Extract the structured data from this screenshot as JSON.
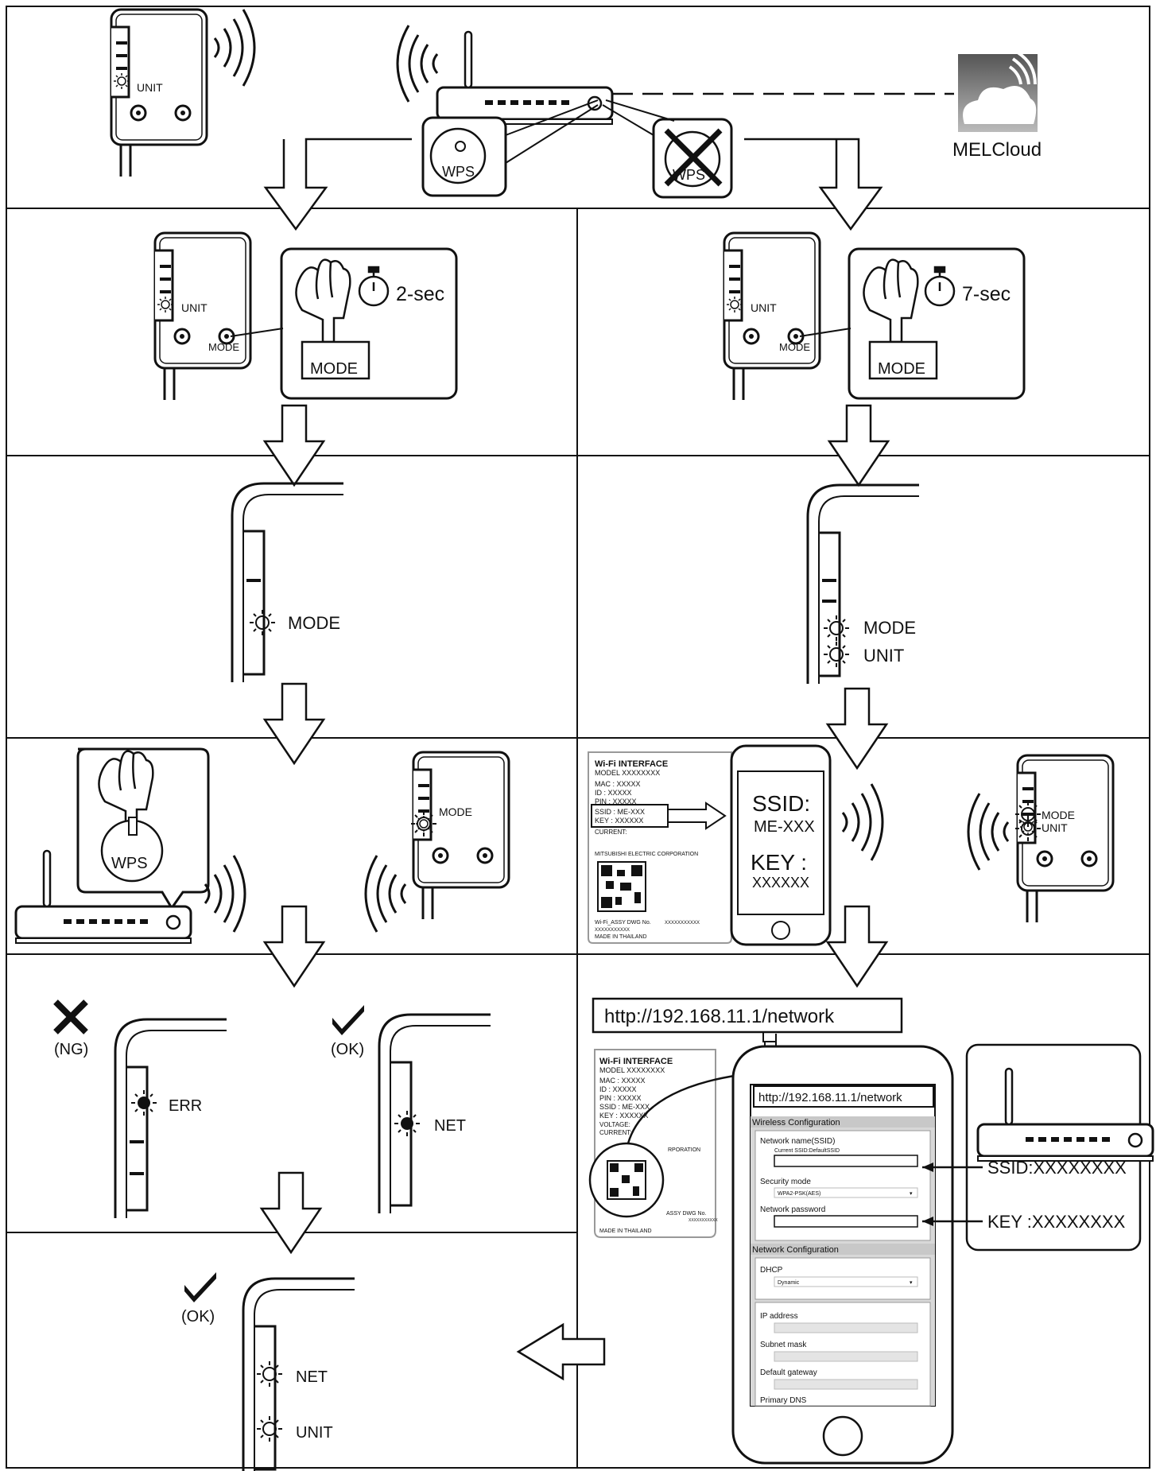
{
  "top": {
    "unit_label": "UNIT",
    "wps_label": "WPS",
    "wps_crossed_label": "WPS",
    "cloud_label": "MELCloud"
  },
  "left_flow": {
    "unit_label": "UNIT",
    "mode_label": "MODE",
    "mode_button": "MODE",
    "timer_text": "2-sec",
    "led_mode_label": "MODE",
    "wps_label": "WPS",
    "adapter_mode_label": "MODE",
    "ng_label": "(NG)",
    "ok_label": "(OK)",
    "err_label": "ERR",
    "net_label": "NET",
    "final_ok_label": "(OK)",
    "final_net_label": "NET",
    "final_unit_label": "UNIT"
  },
  "right_flow": {
    "unit_label": "UNIT",
    "mode_label": "MODE",
    "mode_button": "MODE",
    "timer_text": "7-sec",
    "led_mode_label": "MODE",
    "led_unit_label": "UNIT",
    "sticker": {
      "title": "Wi-Fi INTERFACE",
      "model": "MODEL  XXXXXXXX",
      "mac": "MAC   : XXXXX",
      "id": "ID    : XXXXX",
      "pin": "PIN   : XXXXX",
      "ssid": "SSID : ME-XXX",
      "key": "KEY  : XXXXXX",
      "current": "CURRENT:",
      "maker": "MITSUBISHI ELECTRIC CORPORATION",
      "dwg": "Wi-Fi_ASSY DWG No.",
      "dwg_code": "XXXXXXXXXXX",
      "serial": "XXXXXXXXXXX",
      "made": "MADE IN THAILAND"
    },
    "phone_ssid_label": "SSID:",
    "phone_ssid_value": "ME-XXX",
    "phone_key_label": "KEY :",
    "phone_key_value": "XXXXXX",
    "adapter_mode_label": "MODE",
    "adapter_unit_label": "UNIT",
    "url": "http://192.168.11.1/network",
    "sticker2": {
      "title": "Wi-Fi INTERFACE",
      "model": "MODEL  XXXXXXXX",
      "mac": "MAC   : XXXXX",
      "id": "ID    : XXXXX",
      "pin": "PIN   : XXXXX",
      "ssid": "SSID : ME-XXX",
      "key": "KEY  : XXXXXX",
      "voltage": "VOLTAGE:",
      "current": "CURRENT:",
      "maker": "RPORATION",
      "dwg": "ASSY DWG No.",
      "dwg_code": "XXXXXXXXXXX",
      "made": "MADE IN THAILAND"
    },
    "web": {
      "url": "http://192.168.11.1/network",
      "wireless_title": "Wireless Configuration",
      "network_name": "Network name(SSID)",
      "current_ssid": "Current SSID:DefaultSSID",
      "security_mode": "Security mode",
      "security_value": "WPA2-PSK(AES)",
      "network_password": "Network password",
      "network_title": "Network Configuration",
      "dhcp": "DHCP",
      "dhcp_value": "Dynamic",
      "ip": "IP address",
      "subnet": "Subnet mask",
      "gateway": "Default gateway",
      "dns": "Primary DNS"
    },
    "ssid_callout": "SSID:XXXXXXXX",
    "key_callout": "KEY :XXXXXXXX"
  }
}
